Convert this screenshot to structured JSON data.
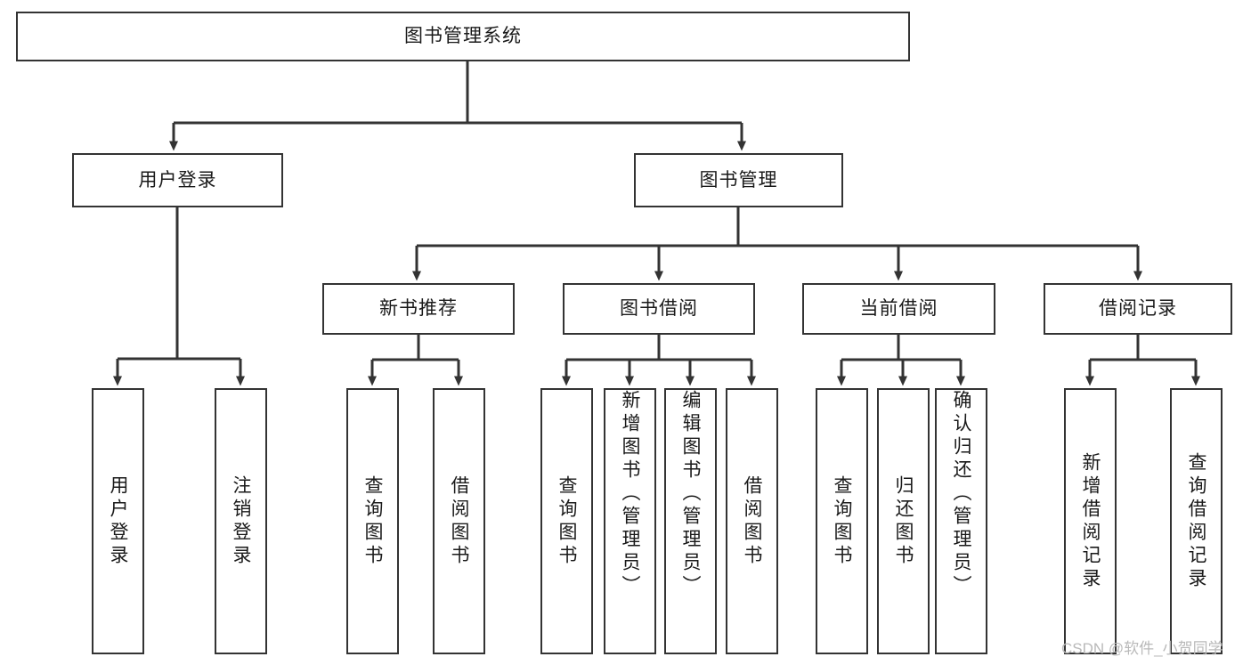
{
  "diagram": {
    "title": "图书管理系统",
    "type": "tree",
    "root": {
      "label": "图书管理系统"
    },
    "level2": [
      {
        "label": "用户登录"
      },
      {
        "label": "图书管理"
      }
    ],
    "level3": [
      {
        "label": "新书推荐"
      },
      {
        "label": "图书借阅"
      },
      {
        "label": "当前借阅"
      },
      {
        "label": "借阅记录"
      }
    ],
    "leaves": {
      "user_login": [
        {
          "label": "用户登录"
        },
        {
          "label": "注销登录"
        }
      ],
      "new_book_recommend": [
        {
          "label": "查询图书"
        },
        {
          "label": "借阅图书"
        }
      ],
      "book_borrow": [
        {
          "label": "查询图书"
        },
        {
          "label": "新增图书（管理员）"
        },
        {
          "label": "编辑图书（管理员）"
        },
        {
          "label": "借阅图书"
        }
      ],
      "current_borrow": [
        {
          "label": "查询图书"
        },
        {
          "label": "归还图书"
        },
        {
          "label": "确认归还（管理员）"
        }
      ],
      "borrow_records": [
        {
          "label": "新增借阅记录"
        },
        {
          "label": "查询借阅记录"
        }
      ]
    }
  },
  "watermark": {
    "text": "CSDN @软件_小贺同学"
  },
  "colors": {
    "box_border": "#333333",
    "box_fill": "#ffffff",
    "text": "#1a1a1a",
    "watermark": "#b9b9b9",
    "background": "#ffffff"
  }
}
